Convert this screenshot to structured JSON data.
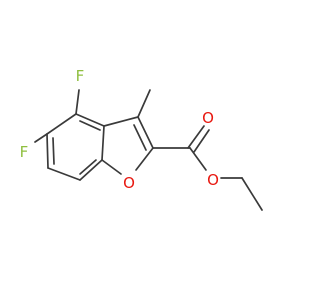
{
  "molecule": {
    "colors": {
      "bond": "#3a3a3a",
      "fluorine": "#8fbf3f",
      "oxygen": "#e8170f"
    },
    "atom_labels": {
      "F_top": "F",
      "F_left": "F",
      "O_ring": "O",
      "O_carbonyl": "O",
      "O_ester": "O"
    }
  }
}
